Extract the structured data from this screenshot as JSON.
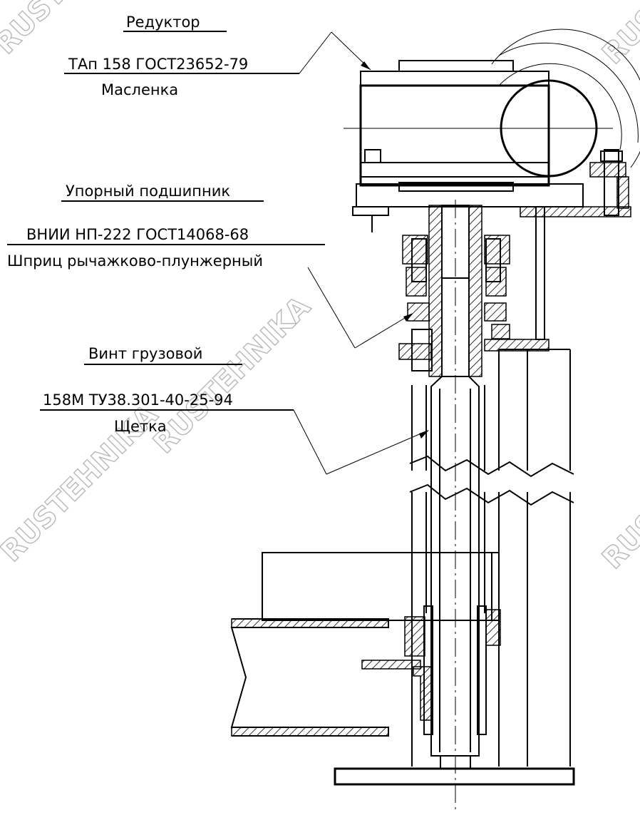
{
  "labels": {
    "reducer_title": "Редуктор",
    "reducer_spec": "ТАп 158 ГОСТ23652-79",
    "oiler": "Масленка",
    "bearing_title": "Упорный подшипник",
    "bearing_spec": "ВНИИ НП-222 ГОСТ14068-68",
    "grease_gun": "Шприц рычажково-плунжерный",
    "screw_title": "Винт грузовой",
    "screw_spec": "158М ТУ38.301-40-25-94",
    "brush": "Щетка"
  },
  "watermark": "RUSTEHNIKA"
}
